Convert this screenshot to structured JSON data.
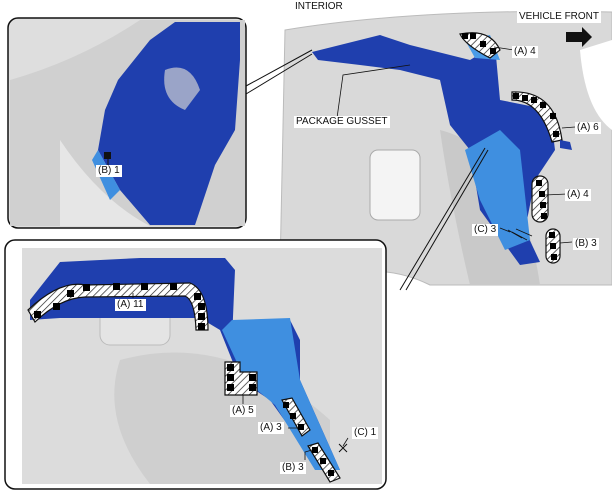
{
  "header": {
    "interior": "INTERIOR",
    "vehicle_front": "VEHICLE FRONT"
  },
  "main_view": {
    "part_name": "PACKAGE GUSSET",
    "callouts": [
      "(A) 4",
      "(A) 6",
      "(A) 4",
      "(C) 3",
      "(B) 3"
    ]
  },
  "top_inset": {
    "callouts": [
      "(B) 1"
    ]
  },
  "bottom_inset": {
    "callouts": [
      "(A) 11",
      "(A) 5",
      "(A) 3",
      "(C) 1",
      "(B) 3"
    ]
  },
  "colors": {
    "part_dark": "#1f3fae",
    "part_light": "#3f8fe0",
    "body": "#d8d8d8"
  }
}
